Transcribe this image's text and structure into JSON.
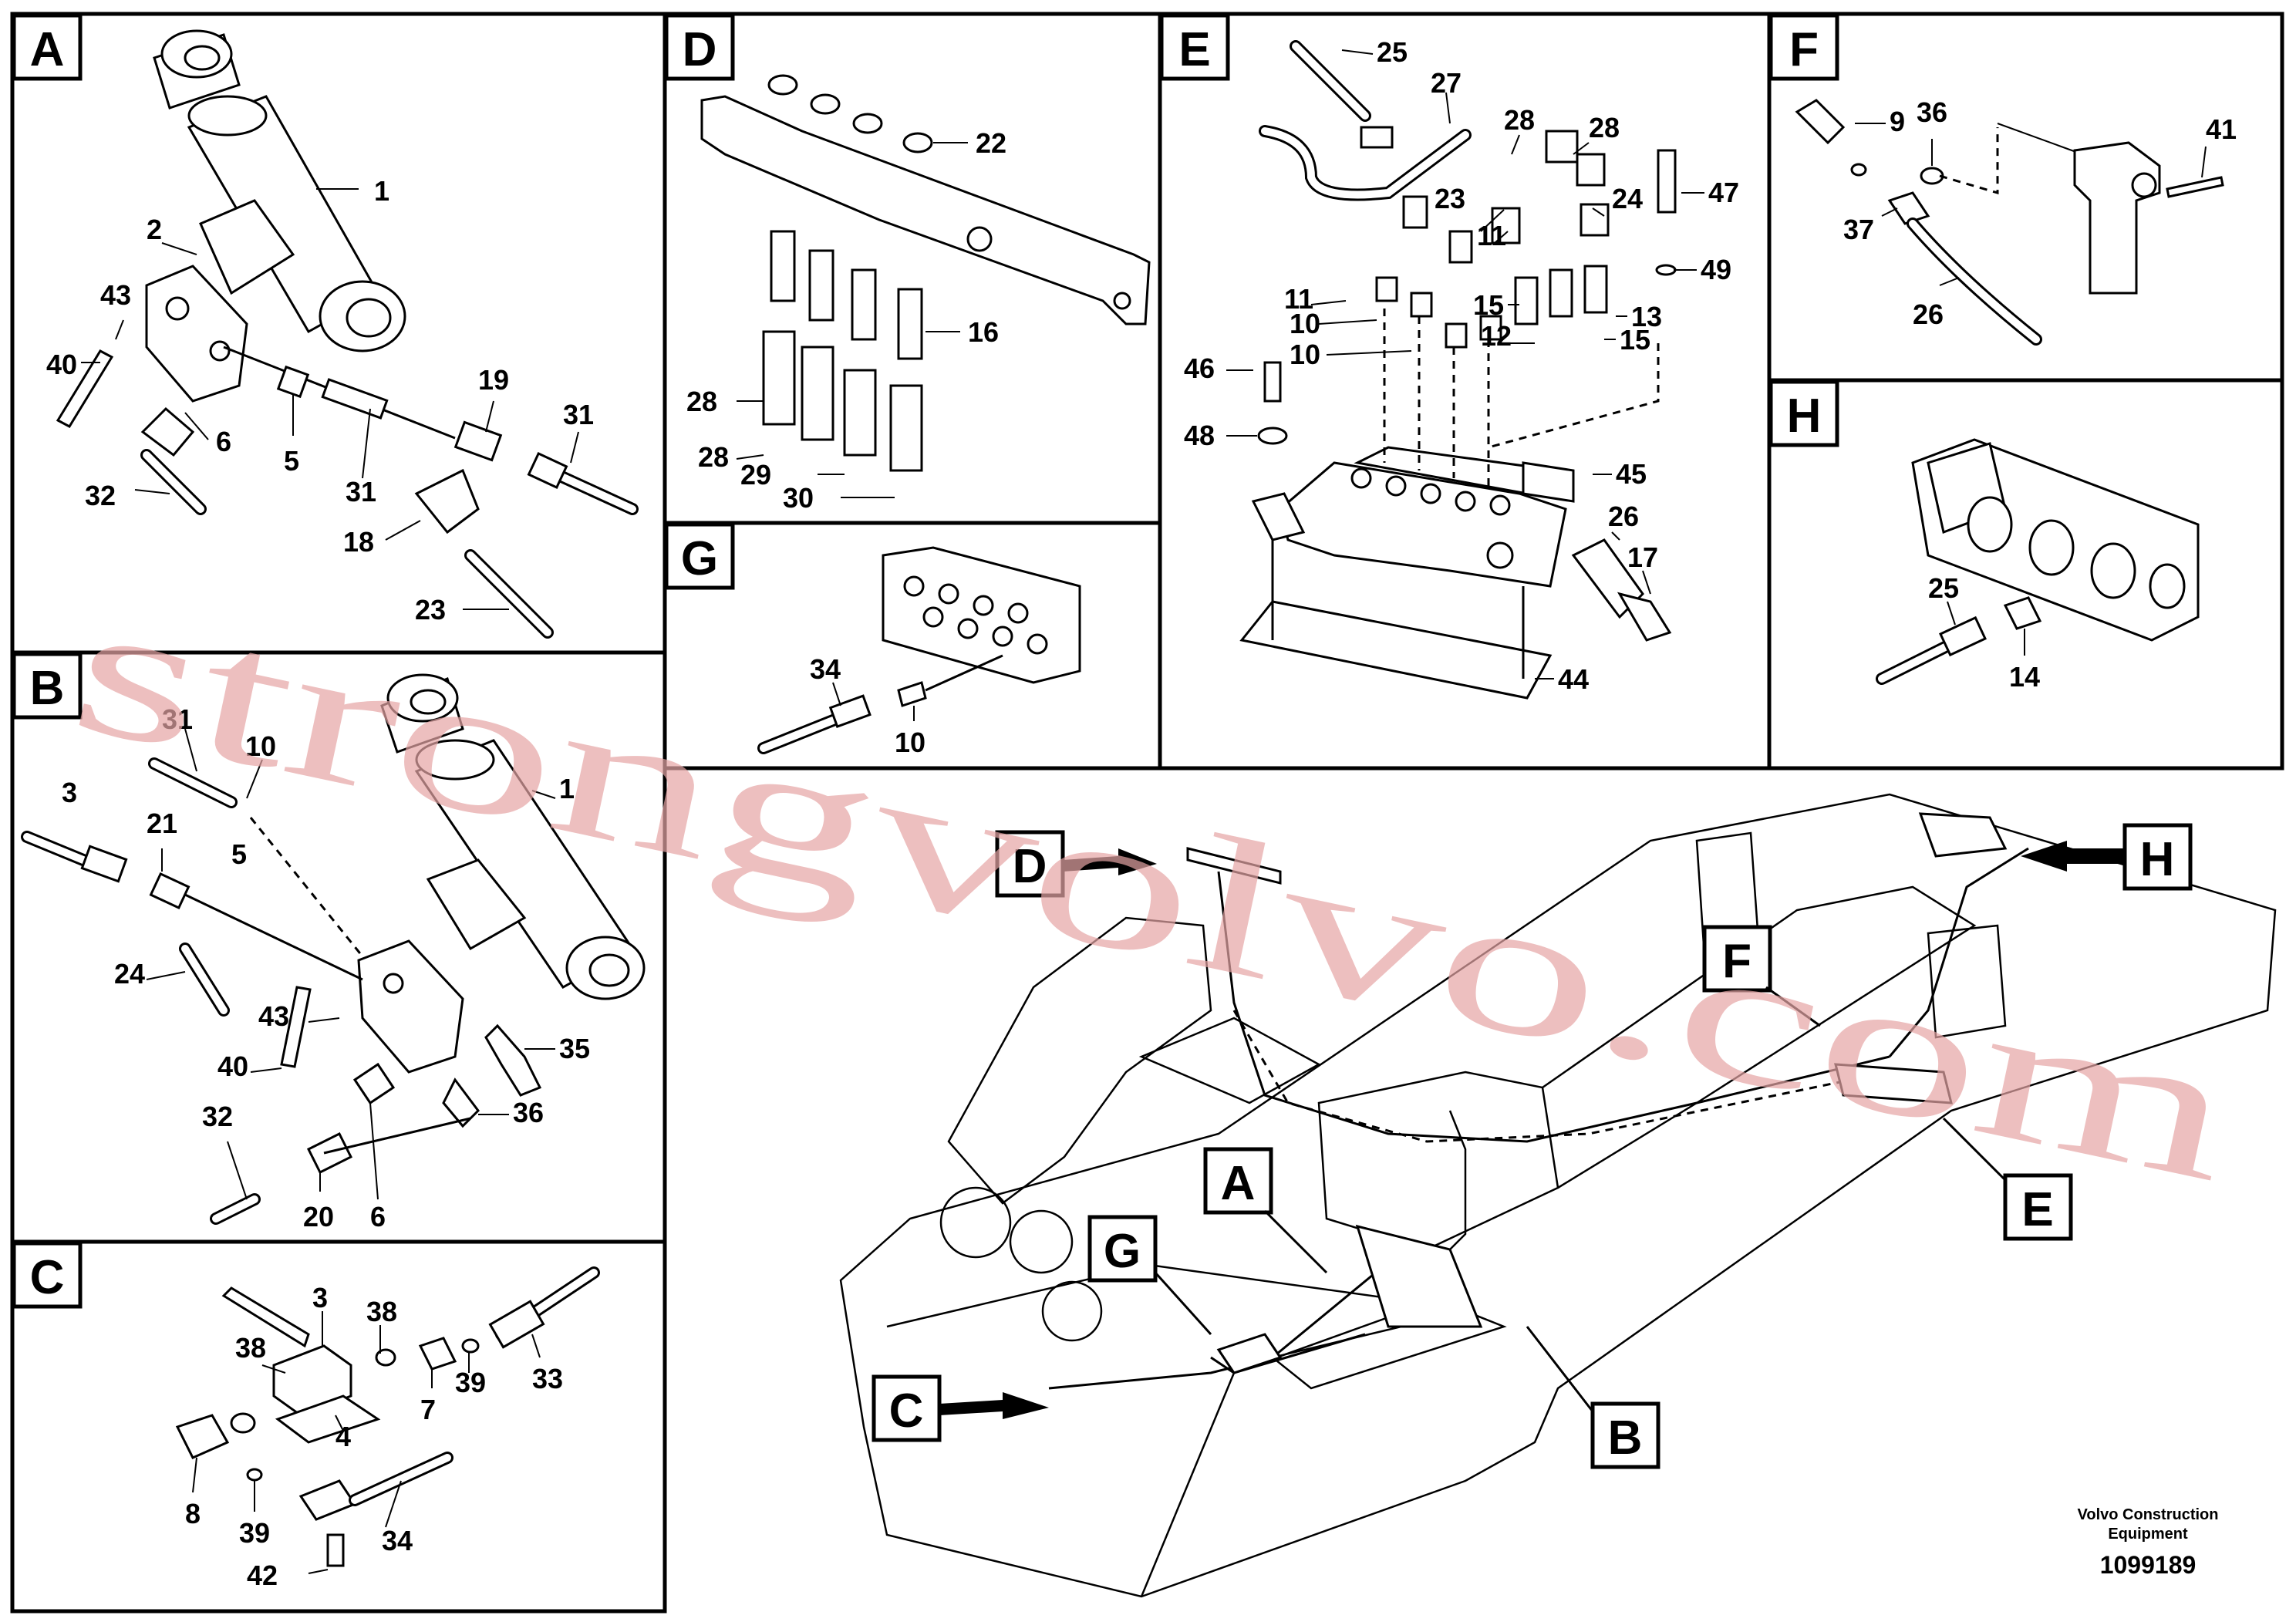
{
  "panels": {
    "A": {
      "letter": "A",
      "callouts": [
        "1",
        "2",
        "43",
        "40",
        "6",
        "5",
        "19",
        "31",
        "31",
        "32",
        "18",
        "23"
      ]
    },
    "B": {
      "letter": "B",
      "callouts": [
        "31",
        "10",
        "3",
        "21",
        "5",
        "1",
        "24",
        "43",
        "40",
        "35",
        "32",
        "36",
        "20",
        "6"
      ]
    },
    "C": {
      "letter": "C",
      "callouts": [
        "3",
        "38",
        "38",
        "7",
        "39",
        "33",
        "4",
        "8",
        "39",
        "34",
        "42"
      ]
    },
    "D": {
      "letter": "D",
      "callouts": [
        "22",
        "16",
        "28",
        "28",
        "29",
        "30"
      ]
    },
    "E": {
      "letter": "E",
      "callouts": [
        "25",
        "27",
        "28",
        "28",
        "23",
        "24",
        "47",
        "11",
        "11",
        "49",
        "10",
        "10",
        "15",
        "15",
        "12",
        "13",
        "46",
        "48",
        "45",
        "26",
        "17",
        "44"
      ]
    },
    "F": {
      "letter": "F",
      "callouts": [
        "9",
        "36",
        "41",
        "37",
        "26"
      ]
    },
    "G": {
      "letter": "G",
      "callouts": [
        "34",
        "10"
      ]
    },
    "H": {
      "letter": "H",
      "callouts": [
        "25",
        "14"
      ]
    }
  },
  "overview": {
    "labels": [
      "D",
      "H",
      "F",
      "E",
      "A",
      "G",
      "C",
      "B"
    ]
  },
  "watermark": "strongvolvo.com",
  "footer": {
    "company_line1": "Volvo Construction",
    "company_line2": "Equipment",
    "drawing_number": "1099189"
  }
}
